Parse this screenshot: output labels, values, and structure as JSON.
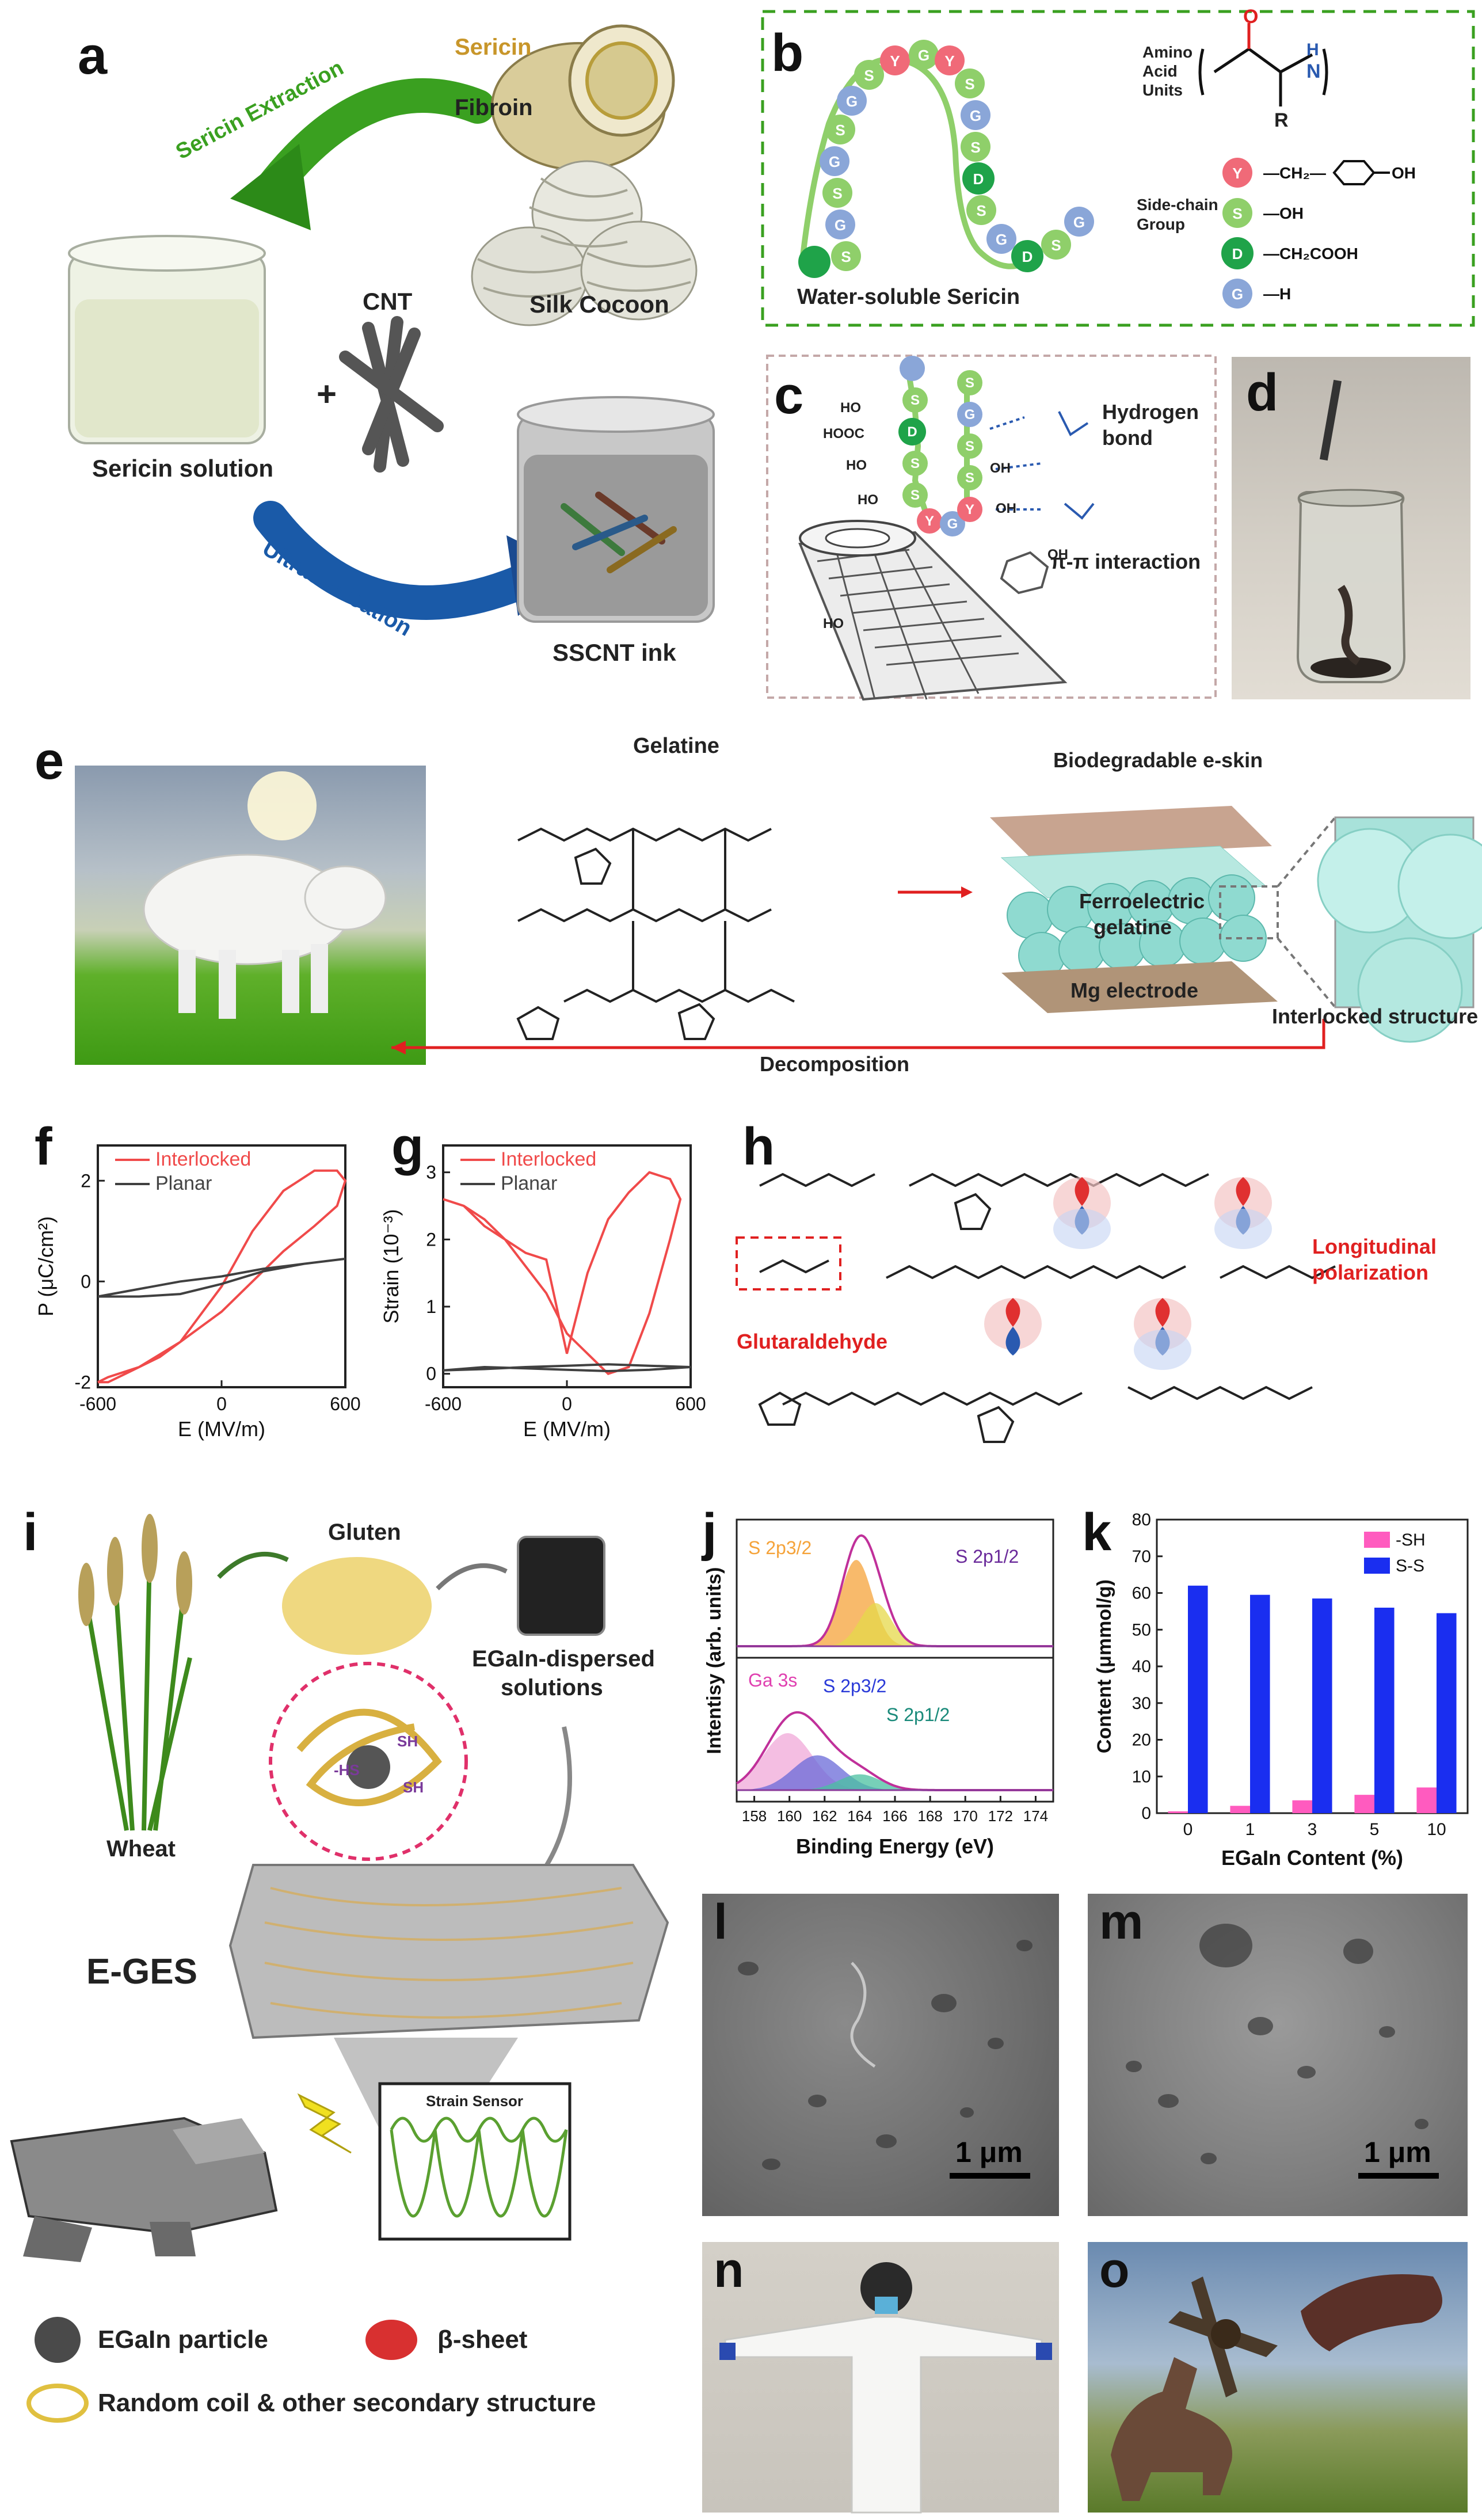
{
  "panel_labels": {
    "a": "a",
    "b": "b",
    "c": "c",
    "d": "d",
    "e": "e",
    "f": "f",
    "g": "g",
    "h": "h",
    "i": "i",
    "j": "j",
    "k": "k",
    "l": "l",
    "m": "m",
    "n": "n",
    "o": "o"
  },
  "panel_a": {
    "sericin": "Sericin",
    "fibroin": "Fibroin",
    "sericin_extraction": "Sericin Extraction",
    "silk_cocoon": "Silk Cocoon",
    "sericin_solution": "Sericin solution",
    "cnt": "CNT",
    "plus": "+",
    "ultrasonication": "Ultrasonication",
    "sscnt_ink": "SSCNT ink"
  },
  "panel_b": {
    "amino_acid_units": [
      "Amino",
      "Acid",
      "Units"
    ],
    "side_chain_group": [
      "Side-chain",
      "Group"
    ],
    "r": "R",
    "o": "O",
    "nh": "N",
    "h": "H",
    "groups": [
      {
        "code": "Y",
        "formula": "—CH₂—⬡—OH",
        "color": "#f06a78"
      },
      {
        "code": "S",
        "formula": "—OH",
        "color": "#8fcf6a"
      },
      {
        "code": "D",
        "formula": "—CH₂COOH",
        "color": "#1fa349"
      },
      {
        "code": "G",
        "formula": "—H",
        "color": "#8aa6d8"
      }
    ],
    "caption": "Water-soluble Sericin"
  },
  "panel_c": {
    "hydrogen_bond": [
      "Hydrogen",
      "bond"
    ],
    "pi_interaction": "π-π interaction",
    "groups": [
      "HOOC",
      "HO",
      "HO",
      "HO",
      "OH",
      "OH",
      "HO",
      "OH"
    ]
  },
  "panel_e": {
    "gelatine": "Gelatine",
    "biodegradable": "Biodegradable e-skin",
    "ferroelectric": [
      "Ferroelectric",
      "gelatine"
    ],
    "mg_electrode": "Mg electrode",
    "interlocked": "Interlocked structure",
    "decomposition": "Decomposition"
  },
  "panel_h": {
    "longitudinal": [
      "Longitudinal",
      "polarization"
    ],
    "glutaraldehyde": "Glutaraldehyde"
  },
  "panel_i": {
    "gluten": "Gluten",
    "egain_dispersed": [
      "EGaIn-dispersed",
      "solutions"
    ],
    "wheat": "Wheat",
    "egs": "E-GES",
    "strain_sensor": "Strain Sensor",
    "egain_particle": "EGaIn particle",
    "beta_sheet": "β-sheet",
    "random_coil": "Random coil & other secondary structure",
    "sh_labels": [
      "-HS",
      "SH",
      "SH"
    ]
  },
  "panel_l": {
    "scale": "1 μm"
  },
  "panel_m": {
    "scale": "1 μm"
  },
  "chart_data": [
    {
      "id": "f",
      "type": "line",
      "xlabel": "E (MV/m)",
      "ylabel": "P (μC/cm²)",
      "xlim": [
        -600,
        600
      ],
      "ylim": [
        -2.1,
        2.7
      ],
      "xticks": [
        "-600",
        "0",
        "600"
      ],
      "yticks": [
        "-2",
        "0",
        "2"
      ],
      "legend_position": "top",
      "series": [
        {
          "name": "Interlocked",
          "color": "#f04a4a",
          "x": [
            -600,
            -550,
            -400,
            -200,
            0,
            150,
            300,
            450,
            560,
            600,
            560,
            450,
            300,
            100,
            0,
            -100,
            -300,
            -450,
            -550,
            -600
          ],
          "y": [
            -2.0,
            -1.9,
            -1.7,
            -1.2,
            -0.1,
            1.0,
            1.8,
            2.2,
            2.2,
            2.0,
            1.5,
            1.1,
            0.6,
            -0.2,
            -0.6,
            -0.9,
            -1.5,
            -1.8,
            -2.0,
            -2.0
          ]
        },
        {
          "name": "Planar",
          "color": "#404040",
          "x": [
            -600,
            -400,
            -200,
            0,
            200,
            400,
            600,
            400,
            200,
            0,
            -200,
            -400,
            -600
          ],
          "y": [
            -0.3,
            -0.15,
            0.0,
            0.1,
            0.25,
            0.35,
            0.45,
            0.35,
            0.2,
            -0.05,
            -0.25,
            -0.3,
            -0.3
          ]
        }
      ]
    },
    {
      "id": "g",
      "type": "line",
      "xlabel": "E (MV/m)",
      "ylabel": "Strain (10⁻³)",
      "xlim": [
        -600,
        600
      ],
      "ylim": [
        -0.2,
        3.4
      ],
      "xticks": [
        "-600",
        "0",
        "600"
      ],
      "yticks": [
        "0",
        "1",
        "2",
        "3"
      ],
      "legend_position": "top",
      "series": [
        {
          "name": "Interlocked",
          "color": "#f04a4a",
          "x": [
            -600,
            -500,
            -400,
            -300,
            -200,
            -100,
            0,
            100,
            200,
            300,
            400,
            500,
            550,
            500,
            400,
            300,
            200,
            100,
            0,
            -100,
            -200,
            -300,
            -400,
            -500,
            -600
          ],
          "y": [
            2.6,
            2.5,
            2.2,
            2.0,
            1.8,
            1.7,
            0.3,
            1.5,
            2.3,
            2.7,
            3.0,
            2.9,
            2.6,
            2.0,
            0.9,
            0.1,
            0.0,
            0.3,
            0.6,
            1.2,
            1.6,
            2.0,
            2.3,
            2.5,
            2.6
          ]
        },
        {
          "name": "Planar",
          "color": "#404040",
          "x": [
            -600,
            -400,
            -200,
            0,
            200,
            400,
            600,
            400,
            200,
            0,
            -200,
            -400,
            -600
          ],
          "y": [
            0.05,
            0.07,
            0.1,
            0.12,
            0.14,
            0.12,
            0.1,
            0.06,
            0.04,
            0.06,
            0.08,
            0.1,
            0.05
          ]
        }
      ]
    },
    {
      "id": "j",
      "type": "area",
      "xlabel": "Binding Energy (eV)",
      "ylabel": "Intentisy (arb. units)",
      "xlim": [
        157,
        175
      ],
      "xticks": [
        "158",
        "160",
        "162",
        "164",
        "166",
        "168",
        "170",
        "172",
        "174"
      ],
      "peaks_top": [
        {
          "name": "S 2p3/2",
          "center": 163.8,
          "height": 1.0,
          "width": 0.9,
          "color": "#f5a33a"
        },
        {
          "name": "S 2p1/2",
          "center": 164.9,
          "height": 0.5,
          "width": 0.9,
          "color": "#e6d84a"
        }
      ],
      "peaks_bottom": [
        {
          "name": "Ga 3s",
          "center": 159.9,
          "height": 0.9,
          "width": 1.4,
          "color": "#f0a8d8"
        },
        {
          "name": "S 2p3/2",
          "center": 161.6,
          "height": 0.55,
          "width": 1.4,
          "color": "#6a6ad8"
        },
        {
          "name": "S 2p1/2",
          "center": 164.0,
          "height": 0.25,
          "width": 1.2,
          "color": "#4ac0a0"
        }
      ],
      "labels": {
        "s2p32_top": "S 2p3/2",
        "s2p12_top": "S 2p1/2",
        "ga3s": "Ga 3s",
        "s2p32_bottom": "S 2p3/2",
        "s2p12_bottom": "S 2p1/2"
      }
    },
    {
      "id": "k",
      "type": "bar",
      "xlabel": "EGaIn Content (%)",
      "ylabel": "Content (μmmol/g)",
      "categories": [
        "0",
        "1",
        "3",
        "5",
        "10"
      ],
      "ylim": [
        0,
        80
      ],
      "yticks": [
        "0",
        "10",
        "20",
        "30",
        "40",
        "50",
        "60",
        "70",
        "80"
      ],
      "legend_position": "top-right",
      "series": [
        {
          "name": "-SH",
          "color": "#ff5bbf",
          "values": [
            0.5,
            2,
            3.5,
            5,
            7
          ]
        },
        {
          "name": "S-S",
          "color": "#1a2ef0",
          "values": [
            62,
            59.5,
            58.5,
            56,
            54.5
          ]
        }
      ]
    }
  ]
}
